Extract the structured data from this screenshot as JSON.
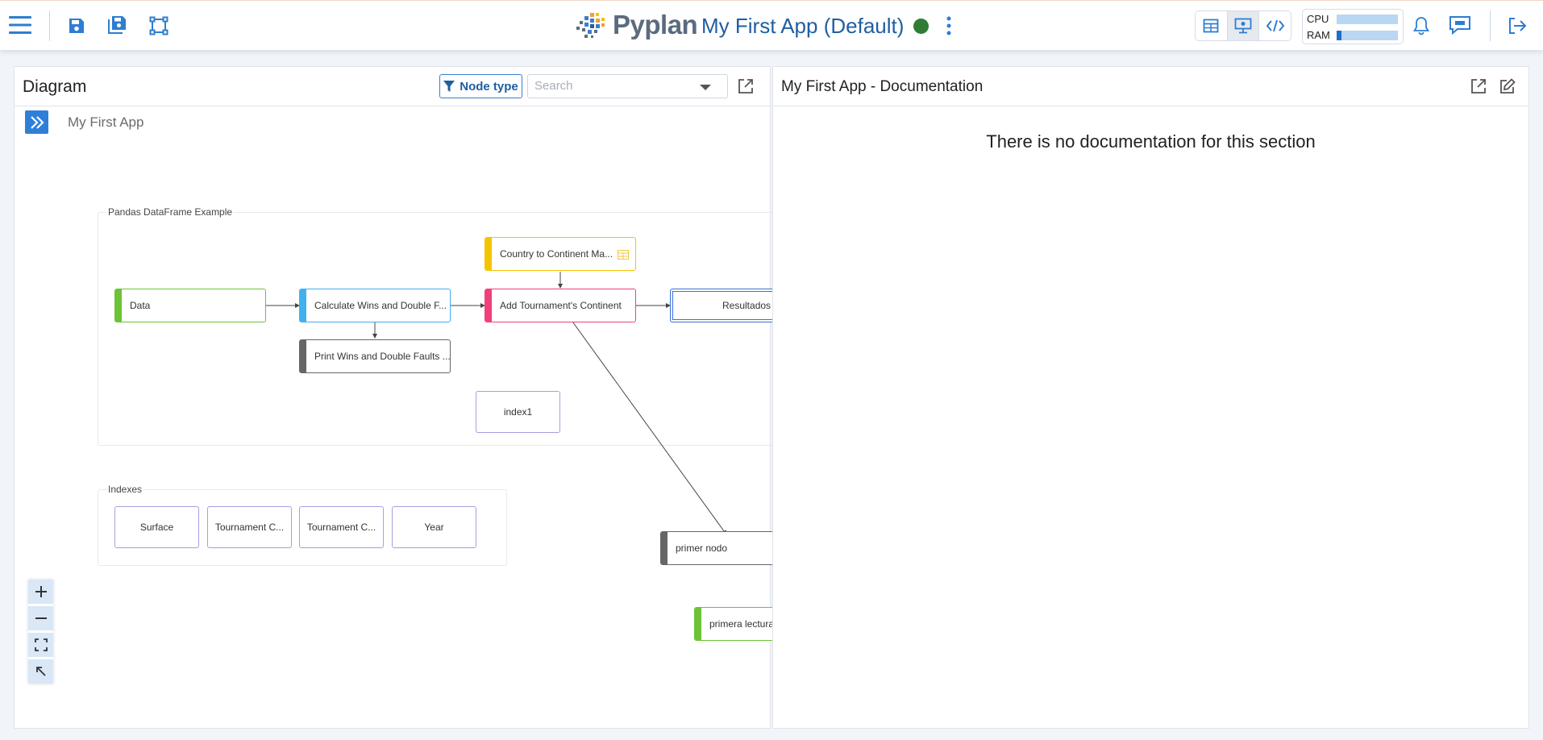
{
  "app": {
    "brand": "Pyplan",
    "title": "My First App (Default)"
  },
  "toolbar": {
    "menu_icon": "hamburger-menu-icon",
    "save_icon": "save-icon",
    "save_all_icon": "save-all-icon",
    "select_icon": "selection-frame-icon",
    "more_icon": "more-vertical-icon",
    "view_modes": [
      "table-view-icon",
      "presentation-view-icon",
      "code-view-icon"
    ],
    "active_view": 1,
    "notifications_icon": "bell-icon",
    "chat_icon": "chat-icon",
    "logout_icon": "logout-icon"
  },
  "status": {
    "color": "#2e7d32"
  },
  "resources": {
    "cpu_label": "CPU",
    "ram_label": "RAM",
    "cpu_usage": 0.0,
    "ram_usage": 0.08
  },
  "diagram": {
    "title": "Diagram",
    "filter_label": "Node type",
    "search_placeholder": "Search",
    "breadcrumb": "My First App",
    "groups": [
      {
        "label": "Pandas DataFrame Example"
      },
      {
        "label": "Indexes"
      }
    ],
    "nodes": [
      {
        "label": "Country to Continent Ma...",
        "type": "input-table",
        "color": "#f5c400"
      },
      {
        "label": "Data",
        "type": "data",
        "color": "#6cc335"
      },
      {
        "label": "Calculate Wins and Double F...",
        "type": "variable",
        "color": "#40b0ef"
      },
      {
        "label": "Add Tournament's Continent",
        "type": "decision",
        "color": "#f0407c"
      },
      {
        "label": "Resultados",
        "type": "report",
        "color": "#3a6fd8"
      },
      {
        "label": "Print Wins and Double Faults ...",
        "type": "function",
        "color": "#666666"
      },
      {
        "label": "index1",
        "type": "index",
        "color": "#a99de0"
      },
      {
        "label": "Surface",
        "type": "index",
        "color": "#a99de0"
      },
      {
        "label": "Tournament C...",
        "type": "index",
        "color": "#a99de0"
      },
      {
        "label": "Tournament C...",
        "type": "index",
        "color": "#a99de0"
      },
      {
        "label": "Year",
        "type": "index",
        "color": "#a99de0"
      },
      {
        "label": "primer nodo",
        "type": "function",
        "color": "#666666"
      },
      {
        "label": "primera lectura",
        "type": "data",
        "color": "#6cc335"
      }
    ],
    "zoom": [
      "zoom-in-icon",
      "zoom-out-icon",
      "fit-screen-icon",
      "reset-view-icon"
    ]
  },
  "documentation": {
    "title": "My First App - Documentation",
    "empty_message": "There is no documentation for this section",
    "open_icon": "open-external-icon",
    "edit_icon": "edit-icon"
  }
}
